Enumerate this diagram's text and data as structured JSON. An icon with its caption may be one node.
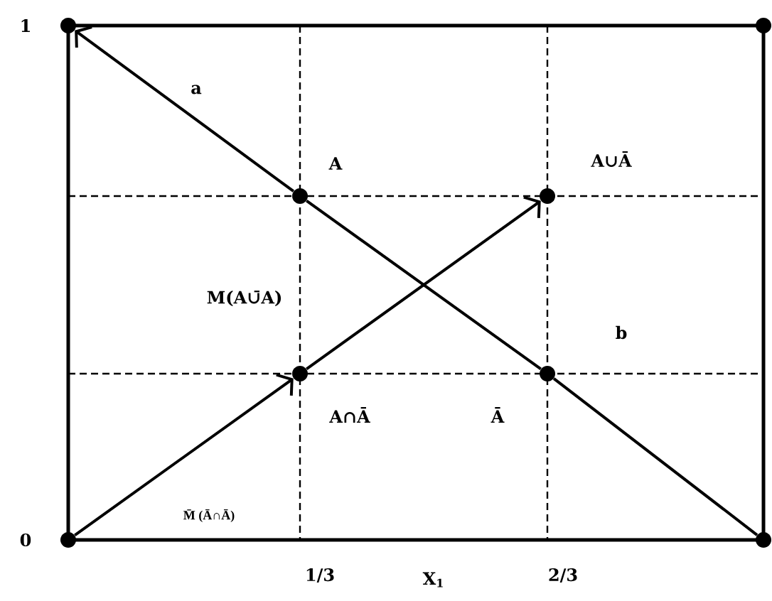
{
  "diagram": {
    "nodes": [
      {
        "text": [],
        "shape": "circle"
      },
      {
        "text": [],
        "shape": "circle"
      },
      {
        "text": [],
        "shape": "circle",
        "beside": [
          "A"
        ]
      },
      {
        "text": [],
        "shape": "circle",
        "beside": [
          "A∪Ā"
        ]
      },
      {
        "text": [],
        "shape": "circle",
        "beside": [
          "A∩Ā"
        ]
      },
      {
        "text": [],
        "shape": "circle",
        "beside": [
          "Ā"
        ]
      },
      {
        "text": [],
        "shape": "circle"
      },
      {
        "text": [],
        "shape": "circle"
      }
    ],
    "edges": [
      {
        "from": 2,
        "to": 0,
        "arrow": "to",
        "label": "a"
      },
      {
        "from": 2,
        "to": 5,
        "arrow": "none",
        "label": "b"
      },
      {
        "from": 5,
        "to": 7,
        "arrow": "none"
      },
      {
        "from": 6,
        "to": 4,
        "arrow": "to",
        "label": "M̄ (Ā∩Ā)"
      },
      {
        "from": 4,
        "to": 3,
        "arrow": "to",
        "label": "M(A∪̄A)"
      }
    ],
    "labels": [
      "1",
      "0",
      "1/3",
      "X$_{1}$",
      "2/3"
    ]
  }
}
